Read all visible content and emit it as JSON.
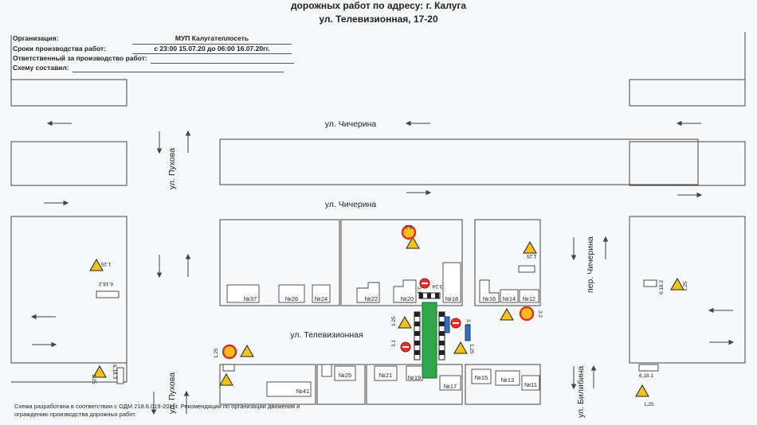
{
  "header": {
    "line1": "дорожных работ по адресу: г. Калуга",
    "line2": "ул. Телевизионная, 17-20"
  },
  "info": {
    "org_label": "Организация:",
    "org_value": "МУП Калугатеплосеть",
    "period_label": "Сроки производства работ:",
    "period_value": "с 23:00 15.07.20 до 06:00 16.07.20гг.",
    "responsible_label": "Ответственный за производство работ:",
    "responsible_value": "",
    "author_label": "Схему составил:",
    "author_value": ""
  },
  "streets": {
    "chicherina_top": "ул. Чичерина",
    "chicherina_mid": "ул. Чичерина",
    "televizionnaya": "ул. Телевизионная",
    "pukhova_top": "ул. Пухова",
    "pukhova_bottom": "ул. Пухова",
    "per_chicherina": "пер. Чичерина",
    "bilibina": "ул. Билибина"
  },
  "buildings": [
    "№37",
    "№26",
    "№24",
    "№22",
    "№20",
    "№18",
    "№16",
    "№14",
    "№12",
    "№25",
    "№21",
    "№19",
    "№17",
    "№15",
    "№13",
    "№11",
    "№41"
  ],
  "sign_codes": {
    "s125_left": "1.25",
    "s618_left": "6.18.2",
    "s618_right": "6.18.2",
    "s125_right": "1.25",
    "s125_br": "1.25",
    "s618_br": "6.18.1",
    "s125_bl": "1.25",
    "s618_bl": "6.18.3",
    "s324": "3.24",
    "s32_a": "3.2",
    "s32_b": "3.2",
    "s31_a": "3.1",
    "s31_b": "3.1",
    "s31_c": "3.1",
    "s125_c": "1.25",
    "s125_d": "1.25",
    "s125_e": "1.25",
    "s125_f": "1.25"
  },
  "footer": {
    "line1": "Схема разработана в соответствии с ОДМ 218.6.019-2016г. Рекомендации по организации движения и",
    "line2": "ограждению производства дорожных работ."
  },
  "colors": {
    "excavation": "#2fa84a",
    "sign_yellow": "#f2c21b",
    "sign_red": "#e2312b",
    "sign_blue": "#2c6fc4"
  }
}
